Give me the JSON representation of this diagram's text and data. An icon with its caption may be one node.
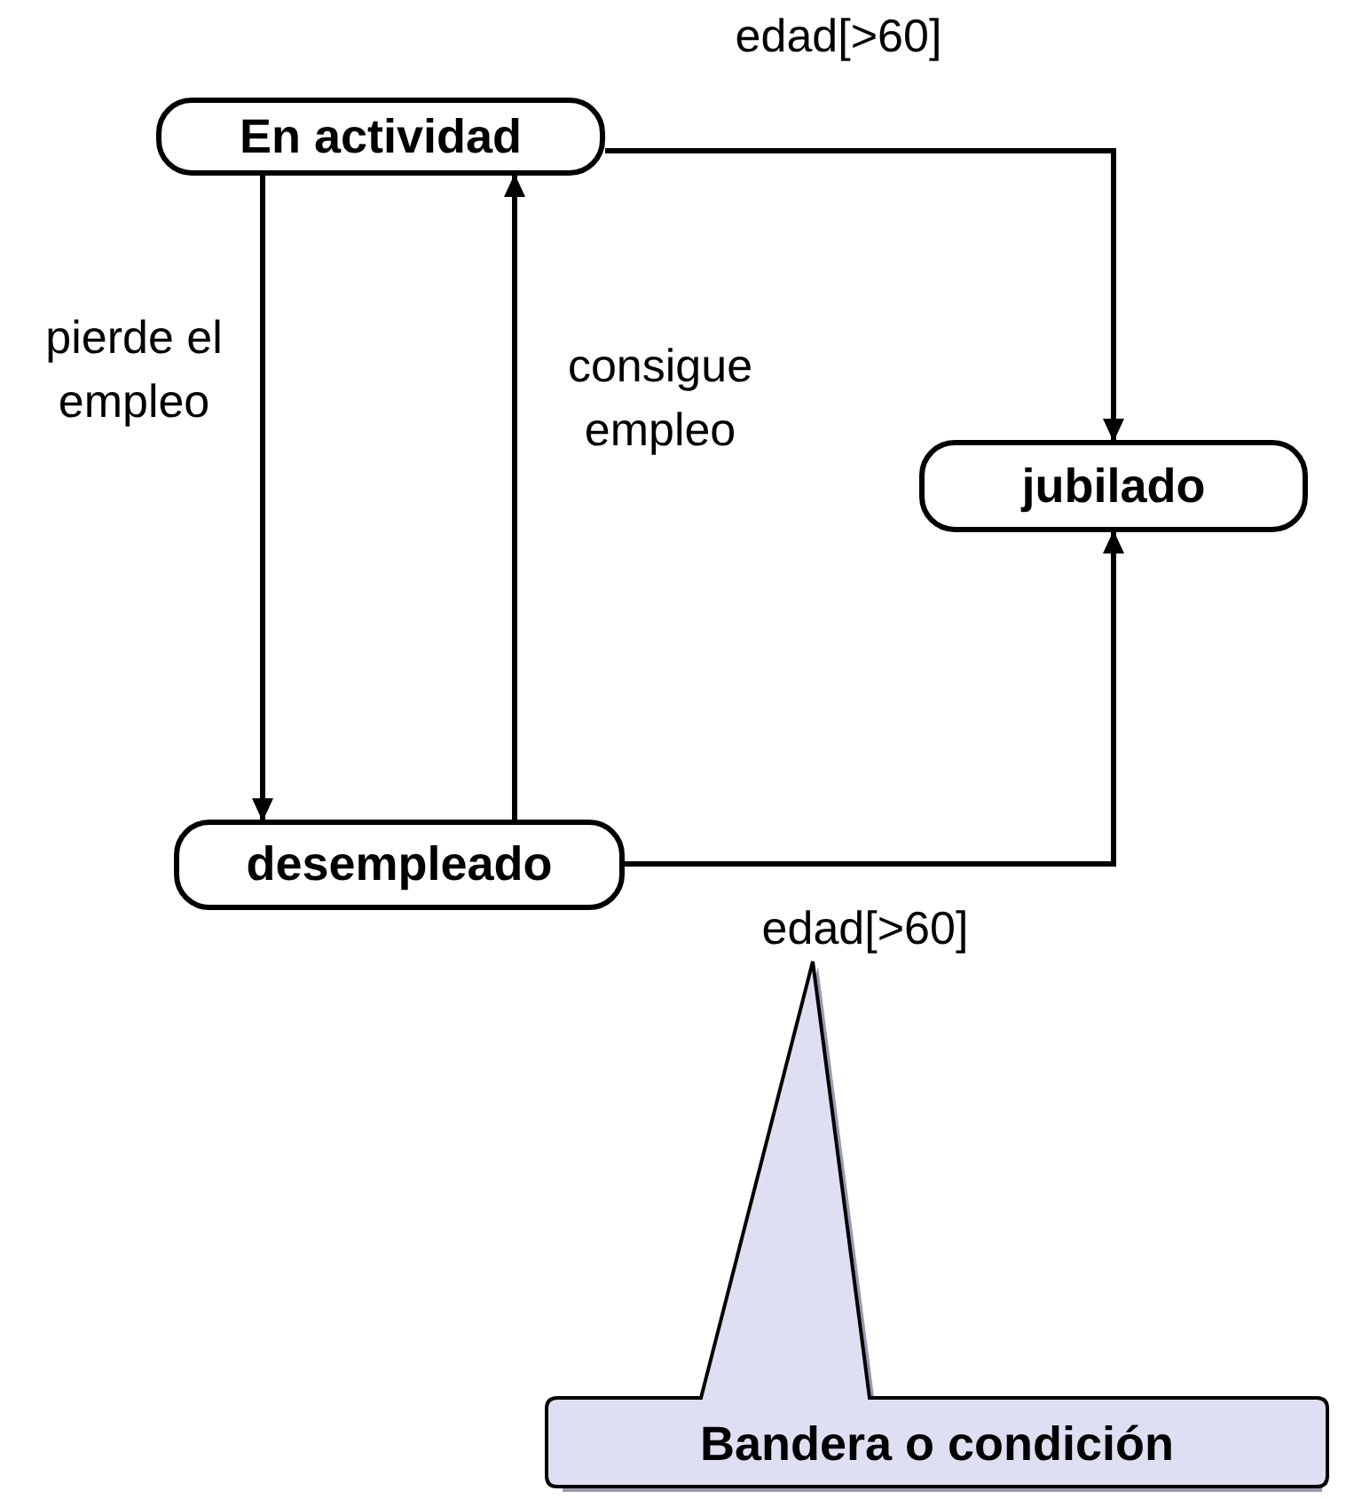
{
  "diagram": {
    "nodes": [
      {
        "text": [
          "En actividad"
        ]
      },
      {
        "text": [
          "jubilado"
        ]
      },
      {
        "text": [
          "desempleado"
        ]
      },
      {
        "text": [
          "Bandera o condición"
        ]
      }
    ],
    "edges": [
      {
        "from": 0,
        "to": 1,
        "arrow": "to",
        "label": "edad[>60]"
      },
      {
        "from": 0,
        "to": 2,
        "arrow": "to",
        "label": "pierde el empleo"
      },
      {
        "from": 2,
        "to": 0,
        "arrow": "to",
        "label": "consigue empleo"
      },
      {
        "from": 2,
        "to": 1,
        "arrow": "to",
        "label": "edad[>60]"
      }
    ]
  }
}
